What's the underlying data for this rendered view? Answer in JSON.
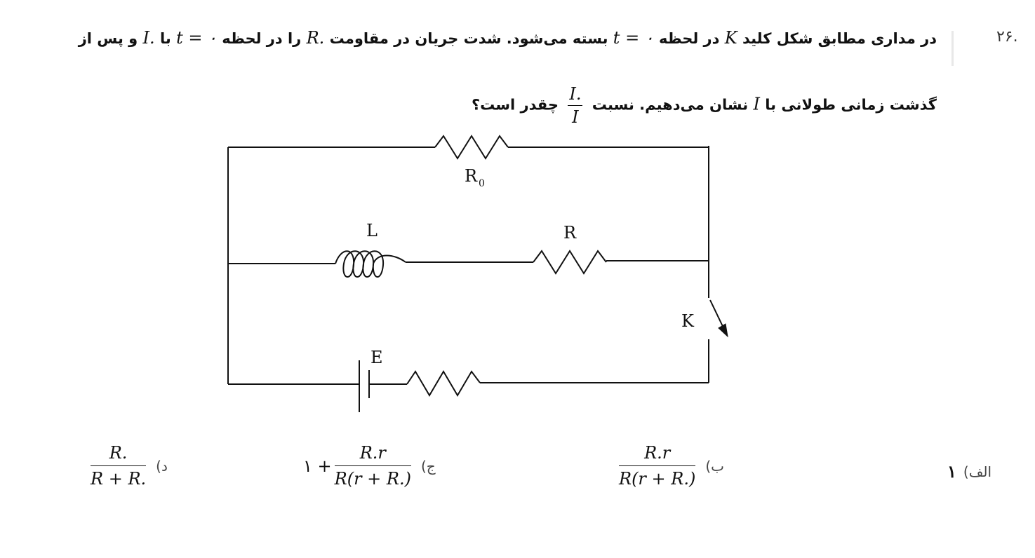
{
  "question": {
    "number": "۲۶.",
    "line1": {
      "part1": "در مداری مطابق شکل کلید",
      "var_k": "K",
      "part2": "در لحظه",
      "t_eq_zero": "t = ۰",
      "part3": "بسته می‌شود. شدت جریان در مقاومت",
      "var_r0": "R.",
      "part4": "را در لحظه",
      "t_eq_zero_2": "t = ۰",
      "part5": "با",
      "var_i0": "I.",
      "part6": "و پس از"
    },
    "line2": {
      "part1": "گذشت زمانی طولانی با",
      "var_i": "I",
      "part2": "نشان می‌دهیم. نسبت",
      "frac_num": "I.",
      "frac_den": "I",
      "part3": "چقدر است؟"
    }
  },
  "circuit": {
    "r0_label": "R",
    "r0_sub": "0",
    "l_label": "L",
    "r_label": "R",
    "k_label": "K",
    "e_label": "E"
  },
  "options": [
    {
      "label": "الف)",
      "value": "۱"
    },
    {
      "label": "ب)",
      "num": "R.r",
      "den": "R(r + R.)"
    },
    {
      "label": "ج)",
      "prefix": "۱ +",
      "num": "R.r",
      "den": "R(r + R.)"
    },
    {
      "label": "د)",
      "num": "R.",
      "den": "R + R."
    }
  ]
}
